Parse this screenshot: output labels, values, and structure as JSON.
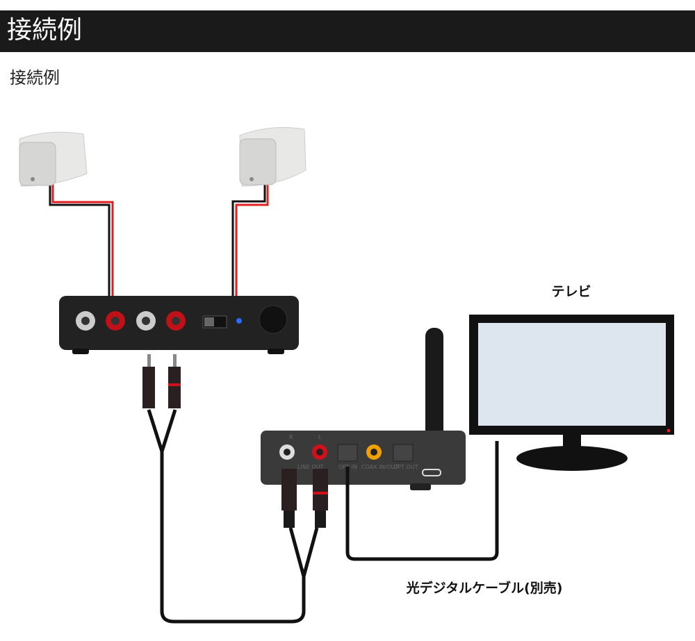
{
  "header": {
    "title": "接続例"
  },
  "subtitle": "接続例",
  "diagram": {
    "tv_label": "テレビ",
    "cable_label": "光デジタルケーブル(別売)",
    "receiver_ports": {
      "r": "R",
      "l": "L",
      "line_out": "LINE OUT",
      "opt_in": "OPT IN",
      "coax": "COAX IN/OUT",
      "opt_out": "OPT OUT"
    },
    "colors": {
      "tv_screen": "#dde6ee",
      "speaker_wire_red": "#e02020",
      "rca_red": "#d0101a",
      "coax_orange": "#f0a000",
      "led_blue": "#2a6cff"
    }
  }
}
